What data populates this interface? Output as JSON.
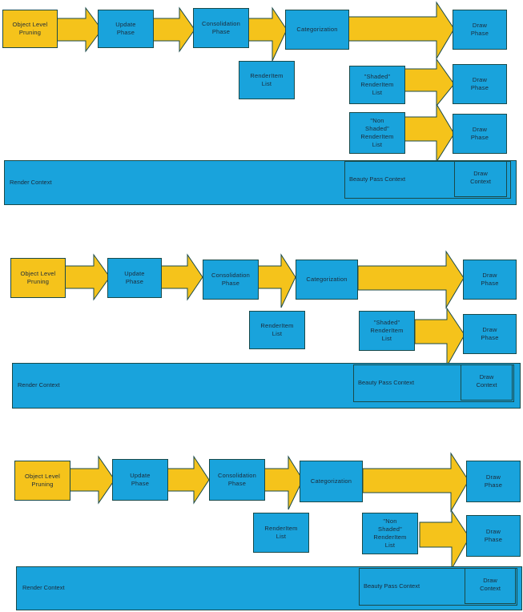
{
  "diagram": {
    "title": "Render pipeline phase flow diagram",
    "colors": {
      "node_blue": "#19a3dc",
      "node_gold": "#f5c31b",
      "arrow_fill": "#f5c31b",
      "outline": "#1a4a4a",
      "text": "#1b2a3a",
      "background": "#ffffff"
    },
    "labels": {
      "object_level_pruning": "Object Level\nPruning",
      "update_phase": "Update\nPhase",
      "consolidation_phase": "Consolidation\nPhase",
      "categorization": "Categorization",
      "draw_phase": "Draw\nPhase",
      "renderitem_list": "RenderItem\nList",
      "shaded_renderitem_list": "\"Shaded\"\nRenderItem\nList",
      "non_shaded_renderitem_list": "\"Non\nShaded\"\nRenderItem\nList",
      "render_context": "Render Context",
      "beauty_pass_context": "Beauty Pass Context",
      "draw_context": "Draw\nContext"
    },
    "panels": [
      {
        "id": "panel-1",
        "name": "both-shaded-and-non-shaded",
        "branches": [
          "shaded",
          "non-shaded"
        ],
        "draw_phase_count": 3
      },
      {
        "id": "panel-2",
        "name": "shaded-only",
        "branches": [
          "shaded"
        ],
        "draw_phase_count": 2
      },
      {
        "id": "panel-3",
        "name": "non-shaded-only",
        "branches": [
          "non-shaded"
        ],
        "draw_phase_count": 2
      }
    ]
  }
}
